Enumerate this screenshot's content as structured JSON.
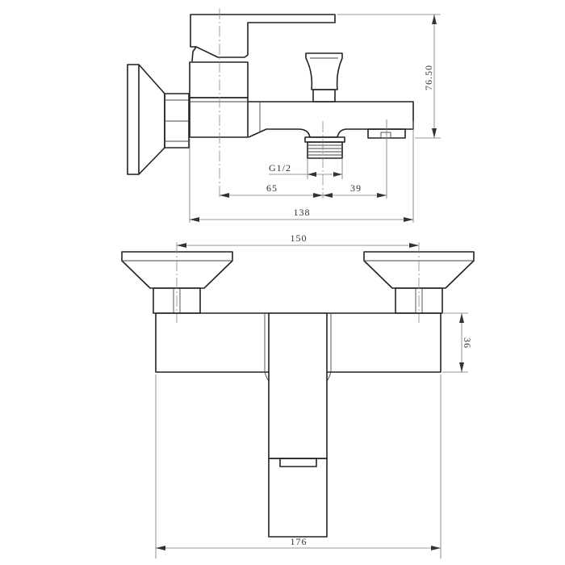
{
  "side_view": {
    "dimensions": {
      "height": "76.50",
      "thread": "G1/2",
      "inlet_to_outlet": "65",
      "outlet_to_spout": "39",
      "depth": "138"
    }
  },
  "front_view": {
    "dimensions": {
      "inlet_centers": "150",
      "body_height": "36",
      "width": "176"
    }
  },
  "colors": {
    "line": "#222222",
    "dimension": "#777777",
    "background": "#ffffff"
  }
}
